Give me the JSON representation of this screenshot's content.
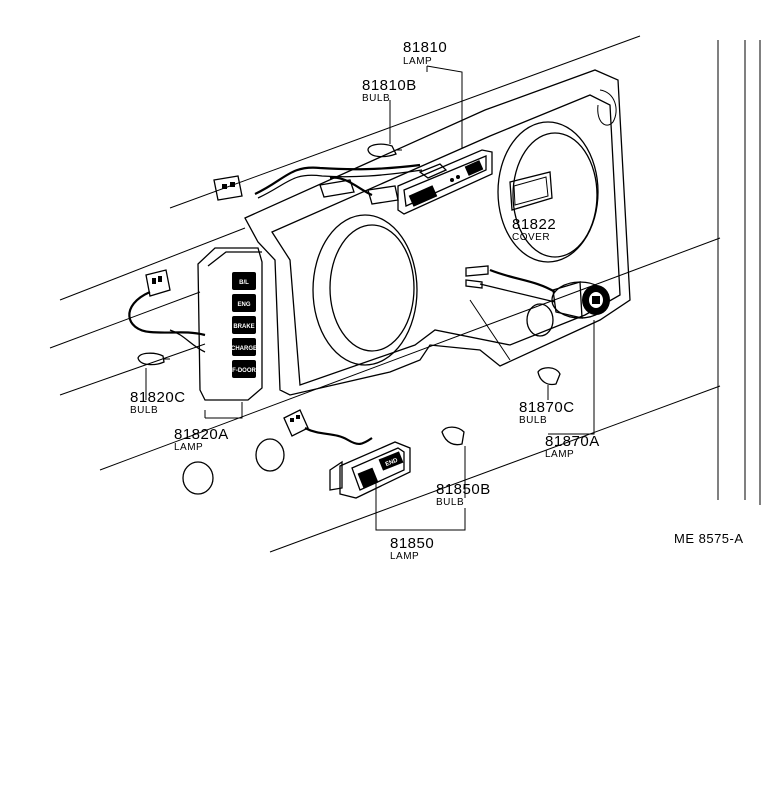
{
  "parts": [
    {
      "id": "81810",
      "number": "81810",
      "name": "LAMP"
    },
    {
      "id": "81810B",
      "number": "81810B",
      "name": "BULB"
    },
    {
      "id": "81822",
      "number": "81822",
      "name": "COVER"
    },
    {
      "id": "81820C",
      "number": "81820C",
      "name": "BULB"
    },
    {
      "id": "81820A",
      "number": "81820A",
      "name": "LAMP"
    },
    {
      "id": "81870C",
      "number": "81870C",
      "name": "BULB"
    },
    {
      "id": "81870A",
      "number": "81870A",
      "name": "LAMP"
    },
    {
      "id": "81850B",
      "number": "81850B",
      "name": "BULB"
    },
    {
      "id": "81850",
      "number": "81850",
      "name": "LAMP"
    }
  ],
  "switch_labels": [
    "B/L",
    "ENG",
    "BRAKE",
    "CHARGE",
    "F-DOOR"
  ],
  "small_switch_label": "END",
  "reference_code": "ME 8575-A"
}
